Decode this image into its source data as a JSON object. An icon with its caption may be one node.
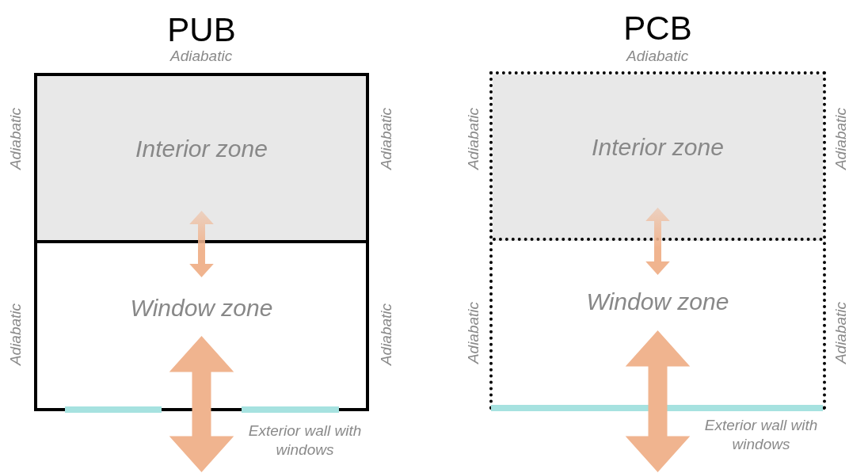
{
  "diagram": {
    "nodes": [
      {
        "text": [
          "PUB"
        ]
      },
      {
        "text": [
          "Interior zone"
        ],
        "in": 0
      },
      {
        "text": [
          "Window zone"
        ],
        "in": 0
      },
      {
        "text": [
          "PCB"
        ]
      },
      {
        "text": [
          "Interior zone"
        ],
        "in": 3
      },
      {
        "text": [
          "Window zone"
        ],
        "in": 3
      }
    ],
    "edges": [
      {
        "from": 1,
        "to": 2,
        "arrow": "both"
      },
      {
        "from": 2,
        "to": null,
        "arrow": "both"
      },
      {
        "from": 4,
        "to": 5,
        "arrow": "both"
      },
      {
        "from": 5,
        "to": null,
        "arrow": "both"
      }
    ],
    "labels": [
      "Adiabatic",
      "Adiabatic",
      "Adiabatic",
      "Adiabatic",
      "Adiabatic",
      "Adiabatic",
      "Adiabatic",
      "Adiabatic",
      "Adiabatic",
      "Adiabatic",
      "Exterior wall with windows",
      "Exterior wall with windows"
    ]
  }
}
